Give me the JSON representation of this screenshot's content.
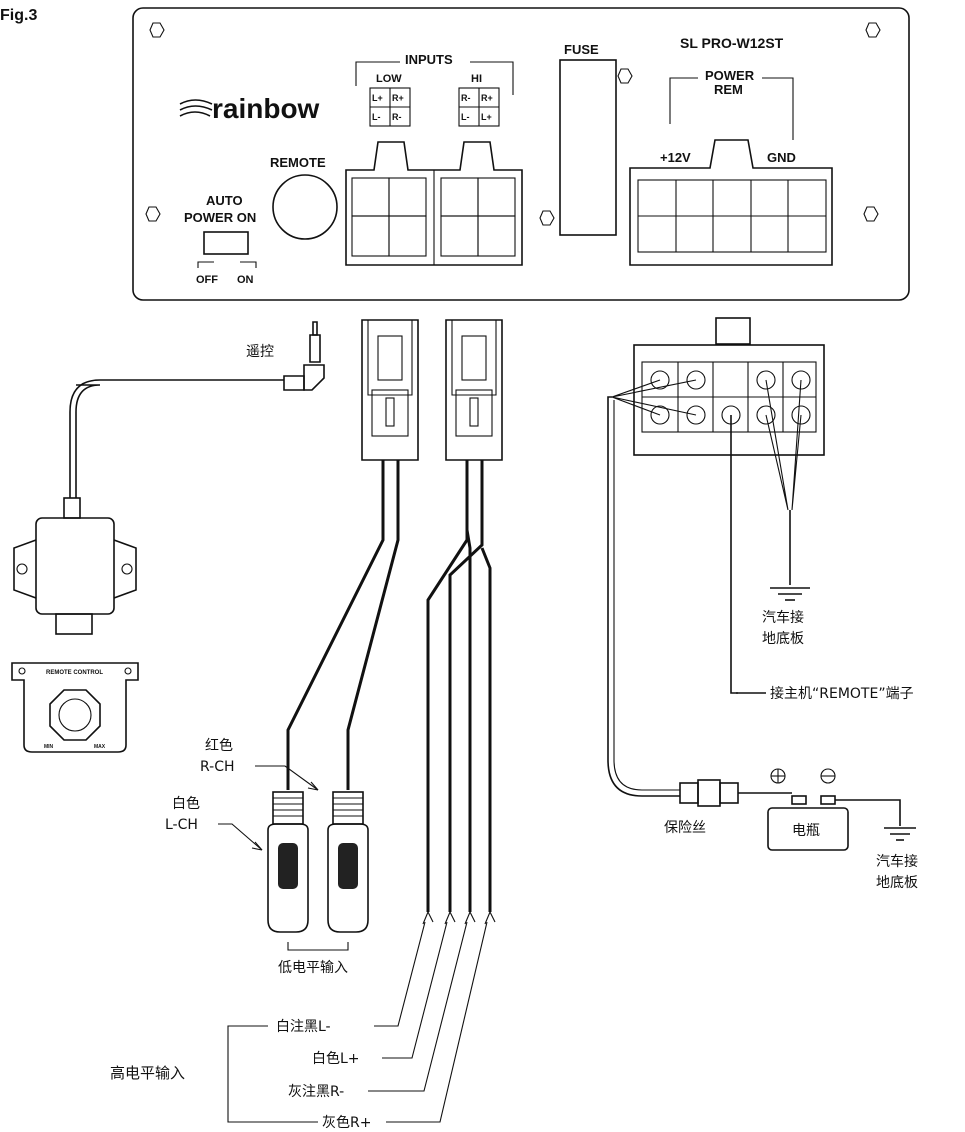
{
  "figure_label": "Fig.3",
  "panel": {
    "model": "SL PRO-W12ST",
    "brand": "rainbow",
    "inputs_label": "INPUTS",
    "low_label": "LOW",
    "hi_label": "HI",
    "low_pins": [
      "L+",
      "R+",
      "L-",
      "R-"
    ],
    "hi_pins": [
      "R-",
      "R+",
      "L-",
      "L+"
    ],
    "fuse_label": "FUSE",
    "power_label": "POWER",
    "rem_label": "REM",
    "plus12v_label": "+12V",
    "gnd_label": "GND",
    "remote_label": "REMOTE",
    "auto_label": "AUTO",
    "power_on_label": "POWER ON",
    "off_label": "OFF",
    "on_label": "ON"
  },
  "remote": {
    "jack_label": "遥控",
    "control_label": "REMOTE CONTROL",
    "min_label": "MIN",
    "max_label": "MAX"
  },
  "rca": {
    "red_label": "红色",
    "red_ch": "R-CH",
    "white_label": "白色",
    "white_ch": "L-CH",
    "low_level_label": "低电平输入"
  },
  "speaker": {
    "high_level_label": "高电平输入",
    "wires": [
      "白注黑L-",
      "白色L+",
      "灰注黑R-",
      "灰色R+"
    ]
  },
  "power": {
    "ground_label_1": "汽车接",
    "ground_label_2": "地底板",
    "remote_terminal": "接主机“REMOTE”端子",
    "fuse_label": "保险丝",
    "battery_label": "电瓶"
  }
}
